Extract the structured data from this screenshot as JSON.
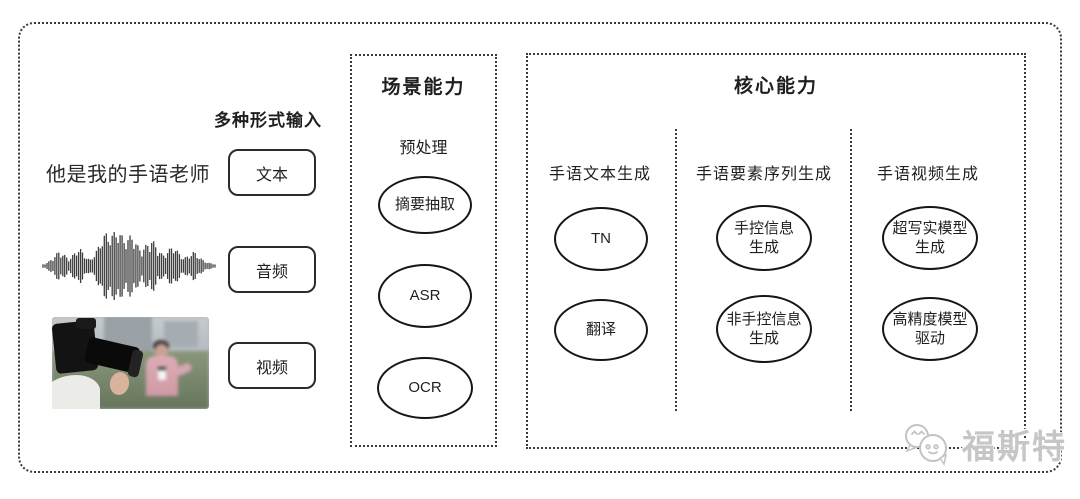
{
  "colors": {
    "ink": "#1f1f1f",
    "frame_border": "#3a3a3a",
    "watermark": "#c6c6c6"
  },
  "input_section": {
    "heading": "多种形式输入",
    "sample_text": "他是我的手语老师",
    "items": [
      {
        "label": "文本"
      },
      {
        "label": "音频"
      },
      {
        "label": "视频"
      }
    ],
    "icons": {
      "waveform": "audio-waveform",
      "video_frame": "reporter-photo"
    }
  },
  "scene_panel": {
    "title": "场景能力",
    "subtitle": "预处理",
    "nodes": [
      {
        "lines": [
          "摘要抽取"
        ]
      },
      {
        "lines": [
          "ASR"
        ]
      },
      {
        "lines": [
          "OCR"
        ]
      }
    ]
  },
  "core_panel": {
    "title": "核心能力",
    "columns": [
      {
        "header": "手语文本生成",
        "nodes": [
          {
            "lines": [
              "TN"
            ]
          },
          {
            "lines": [
              "翻译"
            ]
          }
        ]
      },
      {
        "header": "手语要素序列生成",
        "nodes": [
          {
            "lines": [
              "手控信息",
              "生成"
            ]
          },
          {
            "lines": [
              "非手控信息",
              "生成"
            ]
          }
        ]
      },
      {
        "header": "手语视频生成",
        "nodes": [
          {
            "lines": [
              "超写实模型",
              "生成"
            ]
          },
          {
            "lines": [
              "高精度模型",
              "驱动"
            ]
          }
        ]
      }
    ]
  },
  "watermark": {
    "text": "福斯特",
    "icon": "chat-bubbles-logo"
  }
}
